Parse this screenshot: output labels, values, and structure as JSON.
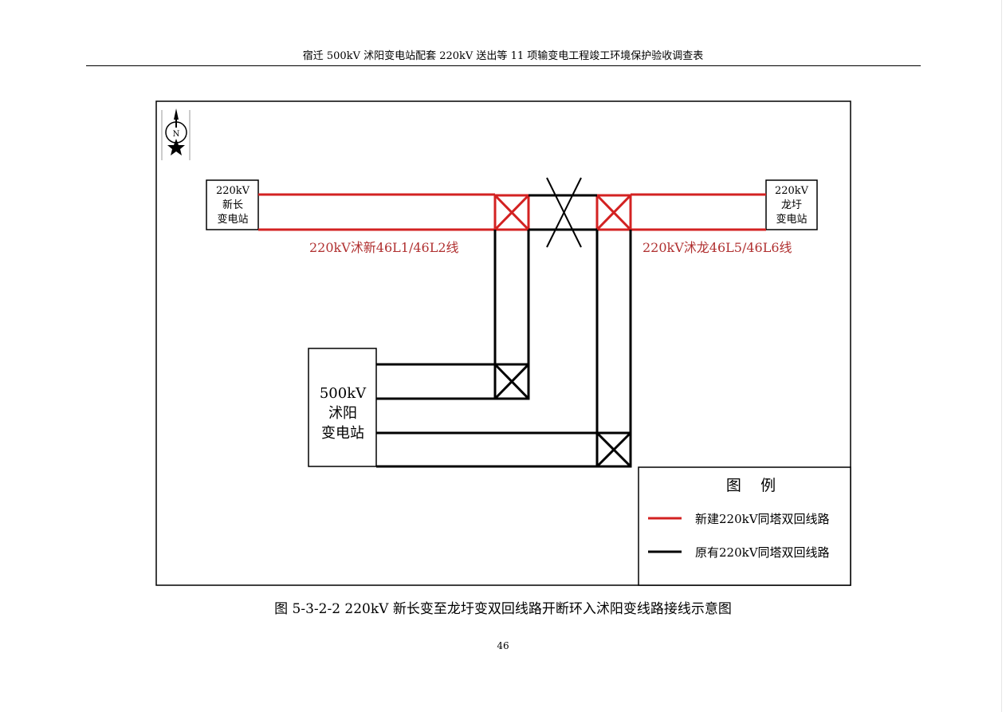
{
  "header": {
    "title": "宿迁 500kV 沭阳变电站配套 220kV 送出等 11 项输变电工程竣工环境保护验收调查表"
  },
  "diagram": {
    "stations": {
      "xinchang": [
        "220kV",
        "新长",
        "变电站"
      ],
      "longyu": [
        "220kV",
        "龙圩",
        "变电站"
      ],
      "shuyang": [
        "500kV",
        "沭阳",
        "变电站"
      ]
    },
    "line_labels": {
      "left": "220kV沭新46L1/46L2线",
      "right": "220kV沭龙46L5/46L6线"
    },
    "legend": {
      "title": "图    例",
      "new_line": "新建220kV同塔双回线路",
      "existing_line": "原有220kV同塔双回线路"
    },
    "compass": {
      "letter": "N"
    },
    "colors": {
      "new_line": "#d32222",
      "existing_line": "#000000",
      "label_red": "#b03030"
    }
  },
  "caption": "图 5-3-2-2    220kV 新长变至龙圩变双回线路开断环入沭阳变线路接线示意图",
  "page_number": "46"
}
